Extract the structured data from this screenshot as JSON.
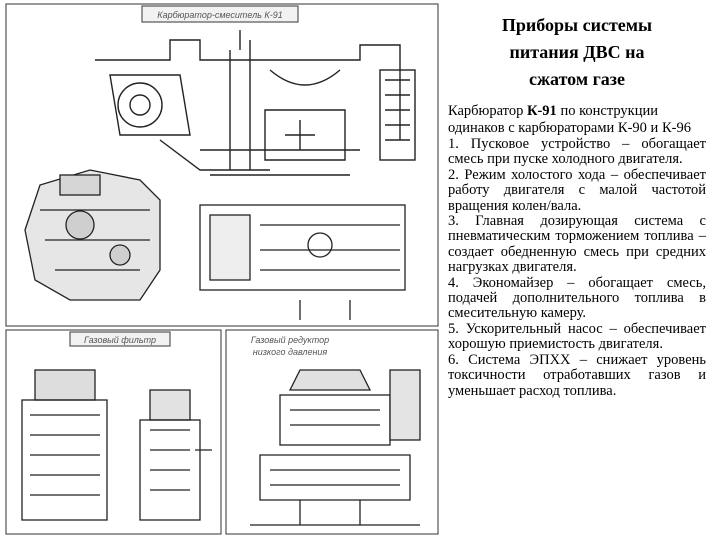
{
  "slide": {
    "title_lines": [
      "Приборы системы",
      "питания ДВС на",
      "сжатом газе"
    ],
    "intro_prefix": "Карбюратор",
    "intro_model": "К-91",
    "intro_rest": "по конструкции одинаков с карбюраторами К-90 и К-96",
    "items": [
      "1. Пусковое устройство – обогащает смесь при пуске холодного двигателя.",
      "2. Режим холостого хода – обеспечивает работу двигателя с малой частотой вращения колен/вала.",
      "3. Главная дозирующая система с пневматическим торможением топлива – создает обедненную смесь при средних нагрузках двигателя.",
      "4. Экономайзер – обогащает смесь, подачей дополнительного топлива в смесительную камеру.",
      "5. Ускорительный насос – обеспечивает хорошую приемистость двигателя.",
      "6. Система ЭПХХ – снижает уровень токсичности отработавших газов и уменьшает расход топлива."
    ]
  },
  "figure": {
    "caption_top": "Карбюратор-смеситель К-91",
    "caption_filter": "Газовый фильтр",
    "caption_reducer_line1": "Газовый редуктор",
    "caption_reducer_line2": "низкого давления"
  }
}
